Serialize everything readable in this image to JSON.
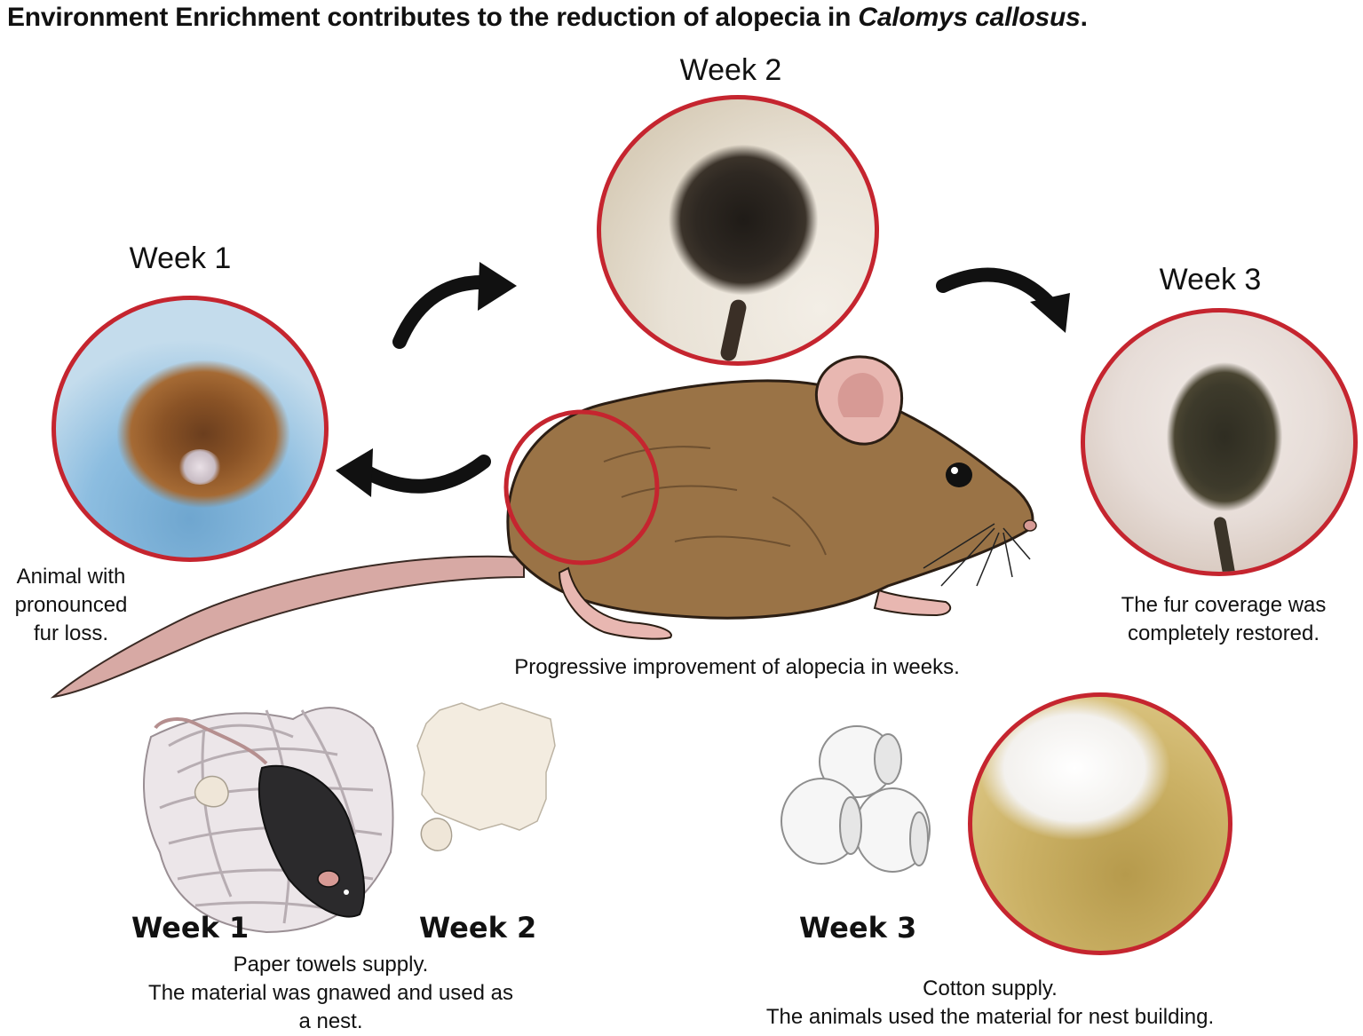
{
  "title": {
    "main": "Environment Enrichment contributes to the reduction of alopecia in ",
    "species": "Calomys callosus",
    "end": "."
  },
  "weeks": {
    "week1": "Week 1",
    "week2": "Week 2",
    "week3": "Week 3"
  },
  "captions": {
    "week1_line1": "Animal with",
    "week1_line2": "pronounced",
    "week1_line3": "fur loss.",
    "week3_line1": "The fur coverage was",
    "week3_line2": "completely restored.",
    "center": "Progressive improvement of alopecia in weeks.",
    "paper_line1": "Paper towels supply.",
    "paper_line2": "The material was gnawed and used as",
    "paper_line3": "a nest.",
    "cotton_line1": "Cotton supply.",
    "cotton_line2": "The animals used the material for nest building."
  },
  "colors": {
    "ring": "#c5252f",
    "mouse_fur": "#9a7346",
    "tail": "#d7a9a4"
  }
}
